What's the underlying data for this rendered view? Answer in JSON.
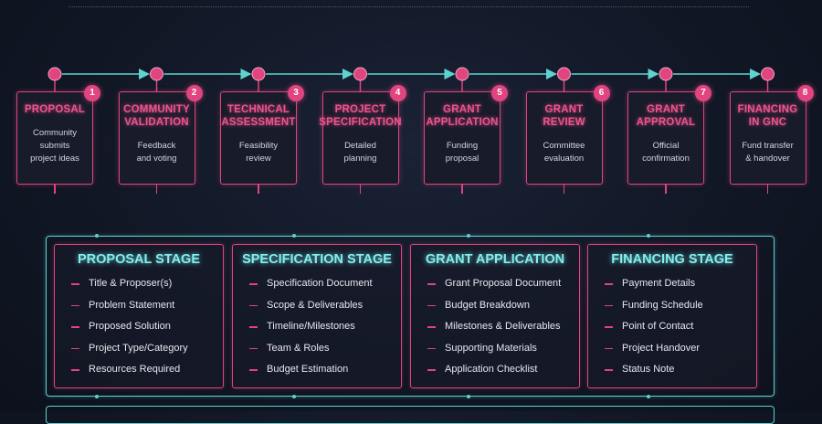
{
  "steps": [
    {
      "number": "1",
      "title": "PROPOSAL",
      "desc": "Community\nsubmits\nproject ideas"
    },
    {
      "number": "2",
      "title": "COMMUNITY\nVALIDATION",
      "desc": "Feedback\nand voting"
    },
    {
      "number": "3",
      "title": "TECHNICAL\nASSESSMENT",
      "desc": "Feasibility\nreview"
    },
    {
      "number": "4",
      "title": "PROJECT\nSPECIFICATION",
      "desc": "Detailed\nplanning"
    },
    {
      "number": "5",
      "title": "GRANT\nAPPLICATION",
      "desc": "Funding\nproposal"
    },
    {
      "number": "6",
      "title": "GRANT\nREVIEW",
      "desc": "Committee\nevaluation"
    },
    {
      "number": "7",
      "title": "GRANT\nAPPROVAL",
      "desc": "Official\nconfirmation"
    },
    {
      "number": "8",
      "title": "FINANCING\nIN GNC",
      "desc": "Fund transfer\n& handover"
    }
  ],
  "stages": [
    {
      "title": "PROPOSAL STAGE",
      "items": [
        "Title & Proposer(s)",
        "Problem Statement",
        "Proposed Solution",
        "Project Type/Category",
        "Resources Required"
      ]
    },
    {
      "title": "SPECIFICATION STAGE",
      "items": [
        "Specification Document",
        "Scope & Deliverables",
        "Timeline/Milestones",
        "Team & Roles",
        "Budget Estimation"
      ]
    },
    {
      "title": "GRANT APPLICATION",
      "items": [
        "Grant Proposal Document",
        "Budget Breakdown",
        "Milestones & Deliverables",
        "Supporting Materials",
        "Application Checklist"
      ]
    },
    {
      "title": "FINANCING STAGE",
      "items": [
        "Payment Details",
        "Funding Schedule",
        "Point of Contact",
        "Project Handover",
        "Status Note"
      ]
    }
  ],
  "colors": {
    "accent_pink": "#e0457f",
    "accent_cyan": "#5fd2cf",
    "background": "#111725"
  }
}
